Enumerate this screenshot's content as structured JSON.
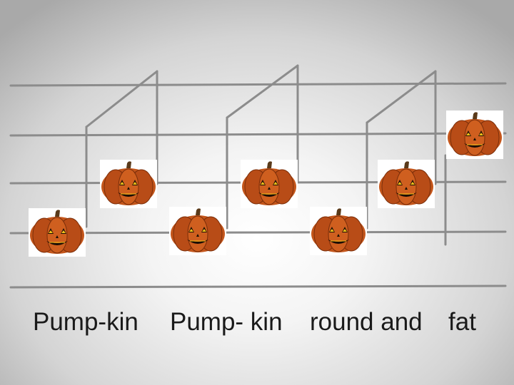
{
  "lyrics": {
    "word1": "Pump-kin",
    "word2": "Pump- kin",
    "word3": "round and",
    "word4": "fat"
  },
  "notes": [
    {
      "icon": "pumpkin-icon"
    },
    {
      "icon": "pumpkin-icon"
    },
    {
      "icon": "pumpkin-icon"
    },
    {
      "icon": "pumpkin-icon"
    },
    {
      "icon": "pumpkin-icon"
    },
    {
      "icon": "pumpkin-icon"
    },
    {
      "icon": "pumpkin-icon"
    }
  ],
  "colors": {
    "staff_line": "#888888",
    "pumpkin": "#c4561b",
    "pumpkin_dark": "#7a2e0a",
    "stem": "#5a3a1a",
    "face_glow": "#f2c21a"
  }
}
